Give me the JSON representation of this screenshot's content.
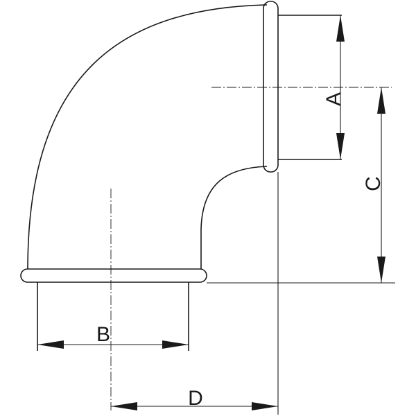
{
  "dimensions": {
    "a": {
      "label": "A"
    },
    "b": {
      "label": "B"
    },
    "c": {
      "label": "C"
    },
    "d": {
      "label": "D"
    }
  },
  "style": {
    "line_color": "#1a1a1a",
    "background": "#ffffff"
  }
}
